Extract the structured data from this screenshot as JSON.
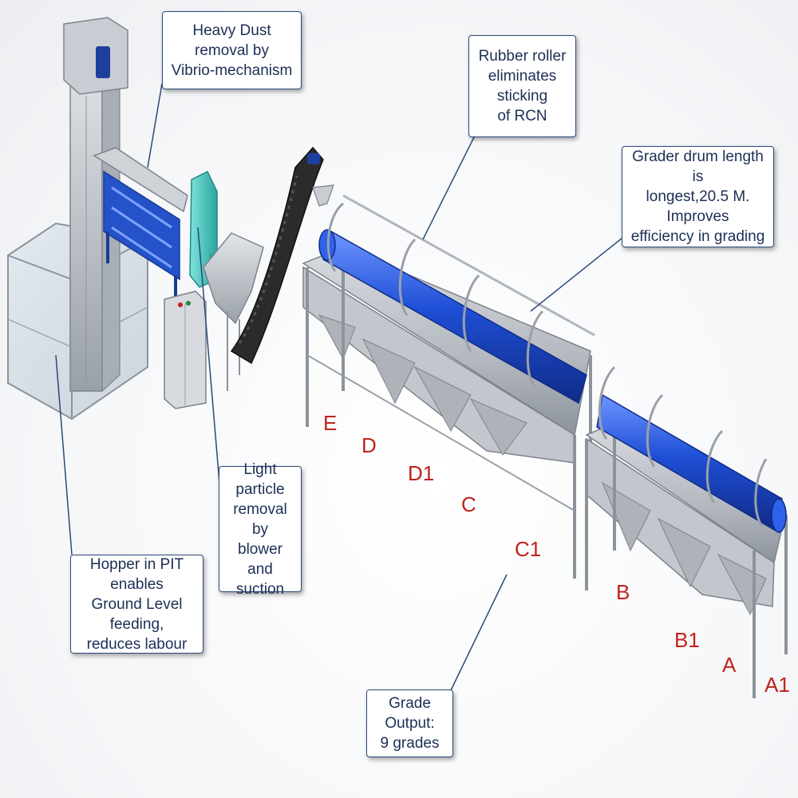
{
  "callouts": {
    "heavy_dust": "Heavy Dust removal by\nVibrio-mechanism",
    "rubber_roller": "Rubber roller\neliminates sticking\nof RCN",
    "grader_drum": "Grader drum length is\nlongest,20.5 M. Improves\nefficiency in grading",
    "light_particle": "Light particle\nremoval by\nblower and\nsuction",
    "hopper_pit": "Hopper in PIT enables\nGround Level feeding,\nreduces labour",
    "grade_output": "Grade Output:\n9 grades"
  },
  "grades": [
    "E",
    "D",
    "D1",
    "C",
    "C1",
    "B",
    "B1",
    "A",
    "A1"
  ],
  "colors": {
    "frame": "#b7bcc3",
    "frame_dark": "#7d838b",
    "drum_blue": "#1f4fd6",
    "motor_blue": "#1d3f9e",
    "blower_teal": "#3cc9c1",
    "belt": "#2b2b2b",
    "grade_red": "#c0221b",
    "callout_text": "#1c2f55",
    "callout_border": "#2a4a7a"
  },
  "icons": [
    "bucket-elevator",
    "vibro-screen",
    "blower",
    "feed-hopper",
    "cleated-conveyor",
    "grader-drum",
    "control-panel"
  ]
}
